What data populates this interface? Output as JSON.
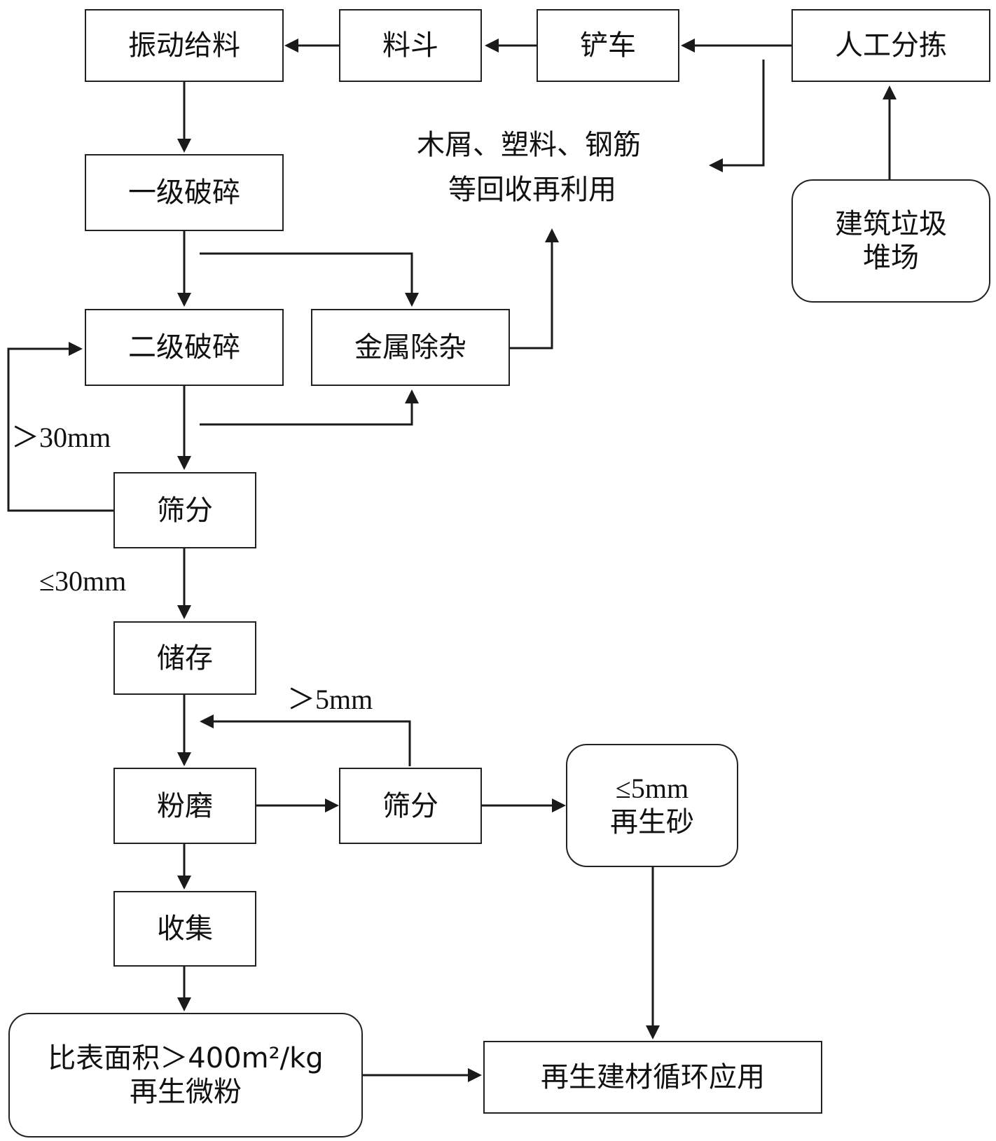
{
  "nodes": {
    "feeder": "振动给料",
    "hopper": "料斗",
    "loader": "铲车",
    "manual_sort": "人工分拣",
    "primary_crush": "一级破碎",
    "secondary_crush": "二级破碎",
    "metal_removal": "金属除杂",
    "screen1": "筛分",
    "storage": "储存",
    "grinding": "粉磨",
    "screen2": "筛分",
    "collect": "收集",
    "waste_yard": [
      "建筑垃圾",
      "堆场"
    ],
    "sand": [
      "≤5mm",
      "再生砂"
    ],
    "powder": [
      "比表面积＞400m²/kg",
      "再生微粉"
    ],
    "application": "再生建材循环应用"
  },
  "labels": {
    "recycle_line1": "木屑、塑料、钢筋",
    "recycle_line2": "等回收再利用",
    "gt30": "＞30mm",
    "le30": "≤30mm",
    "gt5": "＞5mm"
  }
}
